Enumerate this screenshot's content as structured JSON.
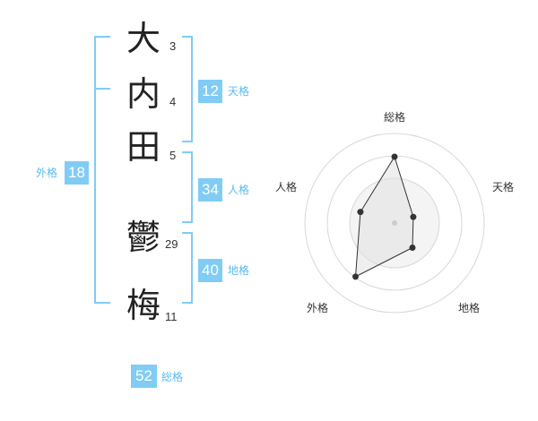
{
  "name_chars": [
    {
      "char": "大",
      "strokes": "3"
    },
    {
      "char": "内",
      "strokes": "4"
    },
    {
      "char": "田",
      "strokes": "5"
    },
    {
      "char": "鬱",
      "strokes": "29"
    },
    {
      "char": "梅",
      "strokes": "11"
    }
  ],
  "fortunes": {
    "tenkaku": {
      "value": "12",
      "label": "天格"
    },
    "jinkaku": {
      "value": "34",
      "label": "人格"
    },
    "chikaku": {
      "value": "40",
      "label": "地格"
    },
    "gaikaku": {
      "value": "18",
      "label": "外格"
    },
    "soukaku": {
      "value": "52",
      "label": "総格"
    }
  },
  "colors": {
    "accent": "#80ccf5",
    "bracket": "#80ccf5",
    "radar_fill": "#eeeeee"
  },
  "chart_data": {
    "type": "radar",
    "axes": [
      "総格",
      "天格",
      "地格",
      "外格",
      "人格"
    ],
    "values": [
      0.74,
      0.22,
      0.34,
      0.74,
      0.4
    ],
    "rings": 4
  }
}
